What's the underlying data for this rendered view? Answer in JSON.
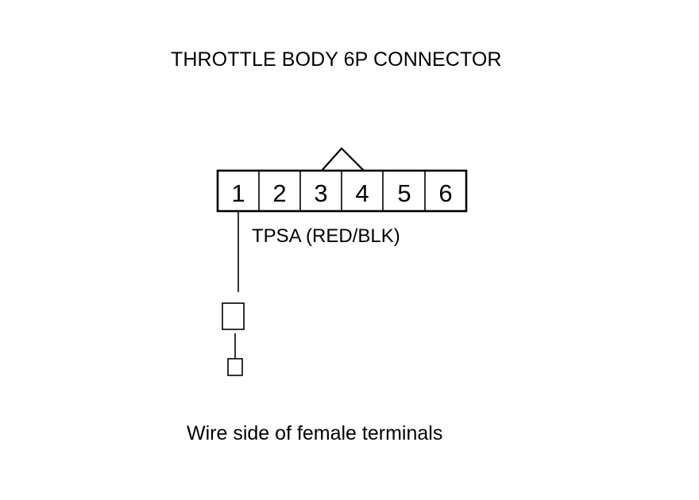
{
  "title": "THROTTLE BODY 6P CONNECTOR",
  "connector": {
    "pins": [
      "1",
      "2",
      "3",
      "4",
      "5",
      "6"
    ]
  },
  "signal_label": "TPSA (RED/BLK)",
  "caption": "Wire side of female terminals"
}
